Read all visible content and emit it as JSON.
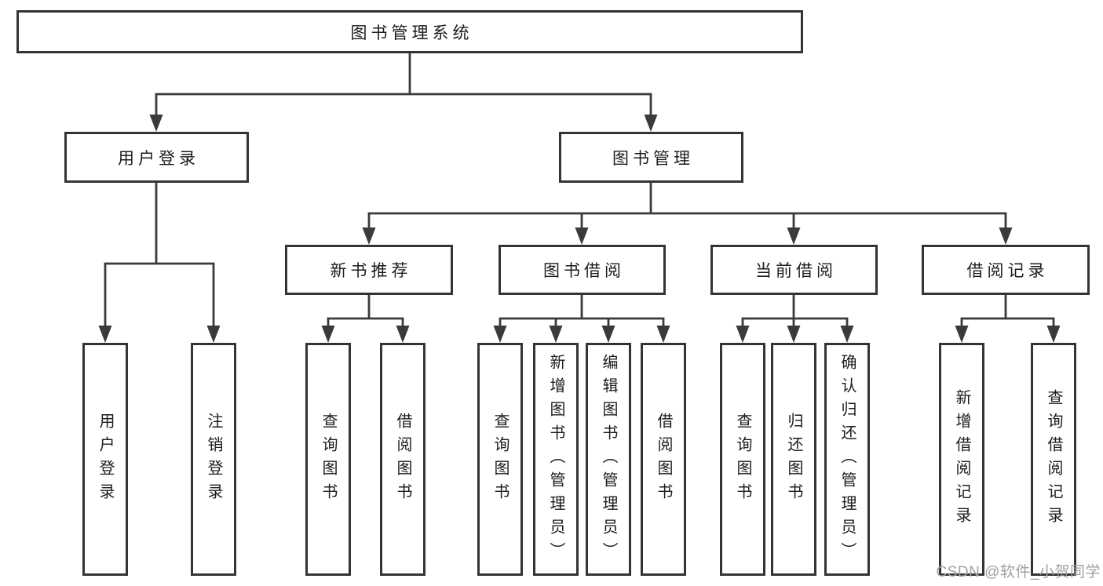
{
  "palette": {
    "background": "#ffffff",
    "line": "#3a3a3a",
    "border": "#343434",
    "text": "#1c1c1c",
    "watermark": "#a0a0a0"
  },
  "watermark": {
    "text": "CSDN @软件_小贺同学"
  },
  "tree": {
    "root": {
      "label": "图书管理系统"
    },
    "branches": [
      {
        "label": "用户登录",
        "children": [
          {
            "label": "用户登录"
          },
          {
            "label": "注销登录"
          }
        ]
      },
      {
        "label": "图书管理",
        "children": [
          {
            "label": "新书推荐",
            "children": [
              {
                "label": "查询图书"
              },
              {
                "label": "借阅图书"
              }
            ]
          },
          {
            "label": "图书借阅",
            "children": [
              {
                "label": "查询图书"
              },
              {
                "label": "新增图书（管理员）"
              },
              {
                "label": "编辑图书（管理员）"
              },
              {
                "label": "借阅图书"
              }
            ]
          },
          {
            "label": "当前借阅",
            "children": [
              {
                "label": "查询图书"
              },
              {
                "label": "归还图书"
              },
              {
                "label": "确认归还（管理员）"
              }
            ]
          },
          {
            "label": "借阅记录",
            "children": [
              {
                "label": "新增借阅记录"
              },
              {
                "label": "查询借阅记录"
              }
            ]
          }
        ]
      }
    ]
  }
}
